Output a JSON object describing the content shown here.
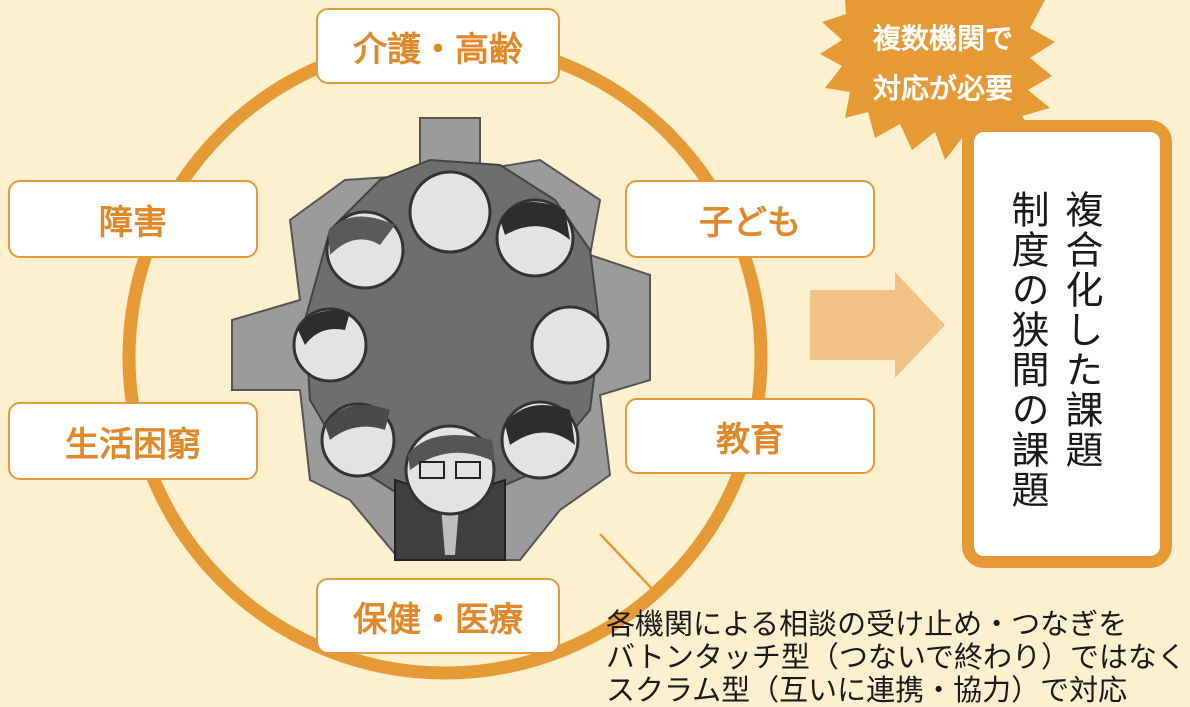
{
  "circle_labels": {
    "kaigo": "介護・高齢",
    "shogai": "障害",
    "kodomo": "子ども",
    "seikatsu": "生活困窮",
    "kyoiku": "教育",
    "hoken": "保健・医療"
  },
  "burst": {
    "line1": "複数機関で",
    "line2": "対応が必要"
  },
  "panel": {
    "line1": "複合化した課題",
    "line2": "制度の狭間の課題"
  },
  "caption": {
    "line1": "各機関による相談の受け止め・つなぎを",
    "line2": "バトンタッチ型（つないで終わり）ではなく",
    "line3": "スクラム型（互いに連携・協力）で対応"
  },
  "colors": {
    "background": "#fdf0cf",
    "accent_orange": "#e59a35",
    "label_text": "#e0892a",
    "arrow": "#f1c186"
  }
}
